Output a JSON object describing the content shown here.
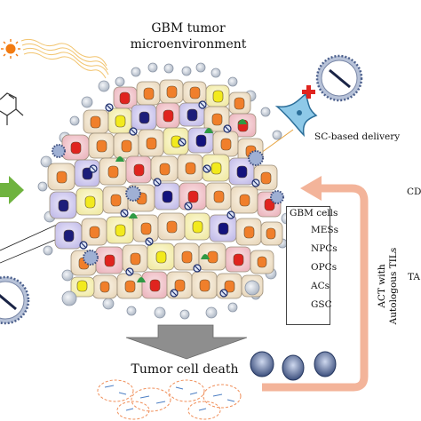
{
  "title_line1": "GBM tumor",
  "title_line2": "microenvironment",
  "sc_delivery_label": "SC-based delivery",
  "legend": {
    "title": "GBM cells",
    "items": [
      {
        "label": "MESs",
        "color": "#f2ea1d"
      },
      {
        "label": "NPCs",
        "color": "#1c1d7a"
      },
      {
        "label": "OPCs",
        "color": "#13137d"
      },
      {
        "label": "ACs",
        "color": "#e0241f"
      },
      {
        "label": "GSC",
        "color": "#f07f2b"
      }
    ]
  },
  "arrow_label": "Tumor cell death",
  "act_line1": "ACT with",
  "act_line2": "Autologous TILs",
  "edge_text_1": "CD",
  "edge_text_2": "TA",
  "colors": {
    "green_arrow": "#6fb33f",
    "orange_arrow": "#f3b49a",
    "sc_cell": "#8ec9e8",
    "cell_cream": "#f4e6cf",
    "cell_purple": "#d6d2f0",
    "cell_pink": "#f3c9cf"
  }
}
